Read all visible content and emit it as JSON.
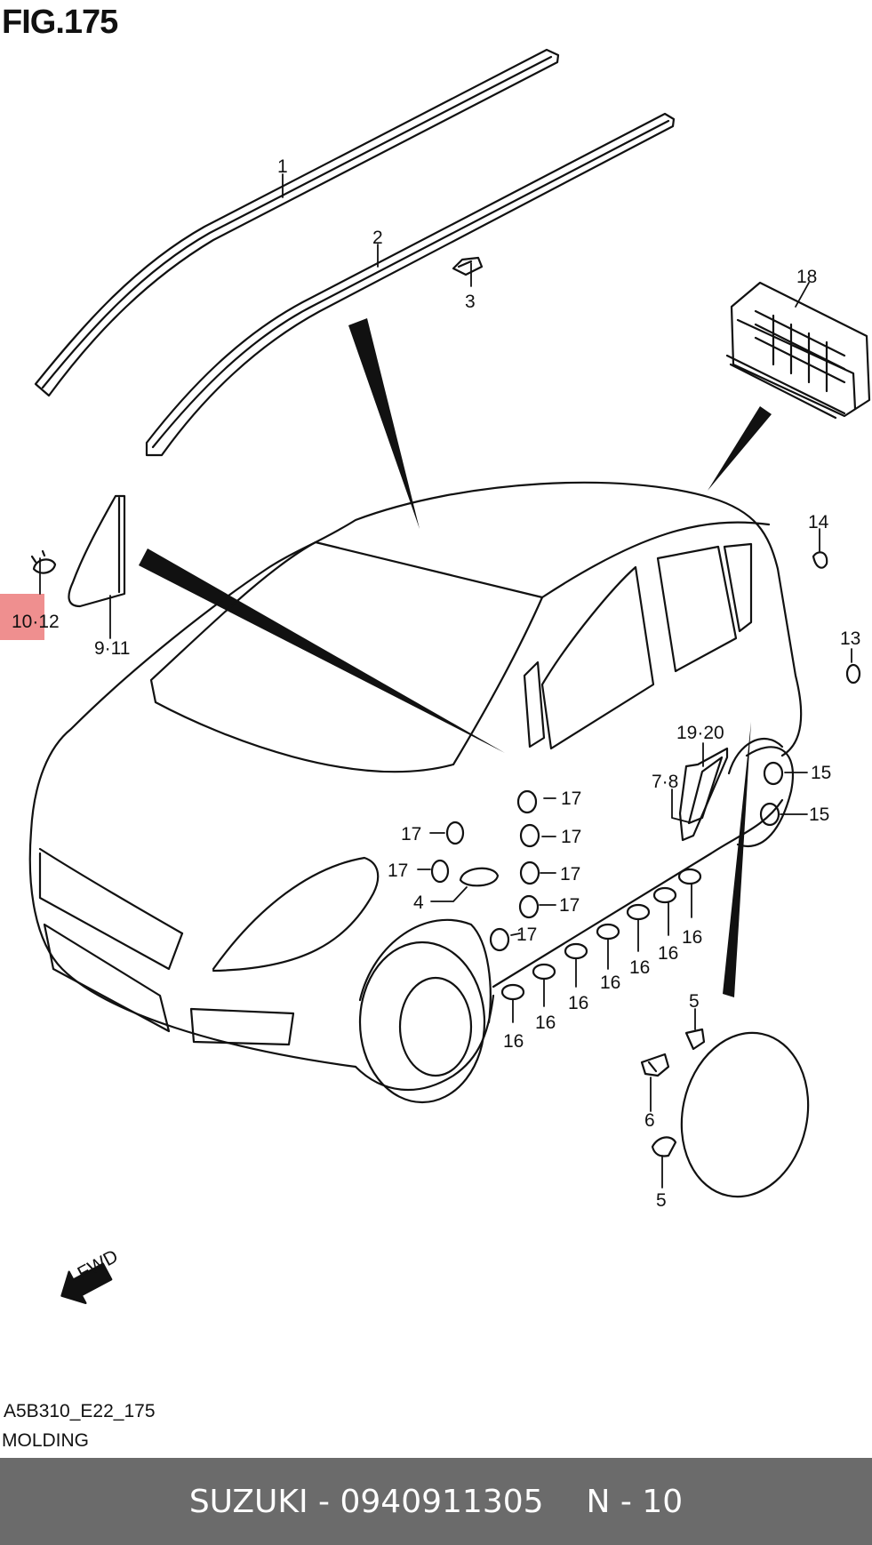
{
  "figure_title": "FIG.175",
  "callouts": {
    "c1": "1",
    "c2": "2",
    "c3": "3",
    "c4": "4",
    "c5a": "5",
    "c5b": "5",
    "c6": "6",
    "c7_8": "7·8",
    "c9_11": "9·11",
    "c10_12": "10·12",
    "c13": "13",
    "c14": "14",
    "c15a": "15",
    "c15b": "15",
    "c16": [
      "16",
      "16",
      "16",
      "16",
      "16",
      "16",
      "16"
    ],
    "c17": [
      "17",
      "17",
      "17",
      "17",
      "17",
      "17",
      "17"
    ],
    "c18": "18",
    "c19_20": "19·20"
  },
  "fwd_label": "FWD",
  "highlight_color": "#ef8f8f",
  "highlighted_part": "10·12",
  "drawing_code": "A5B310_E22_175",
  "section_name": "MOLDING",
  "footer": {
    "brand_part": "SUZUKI - 0940911305",
    "page": "N - 10"
  }
}
